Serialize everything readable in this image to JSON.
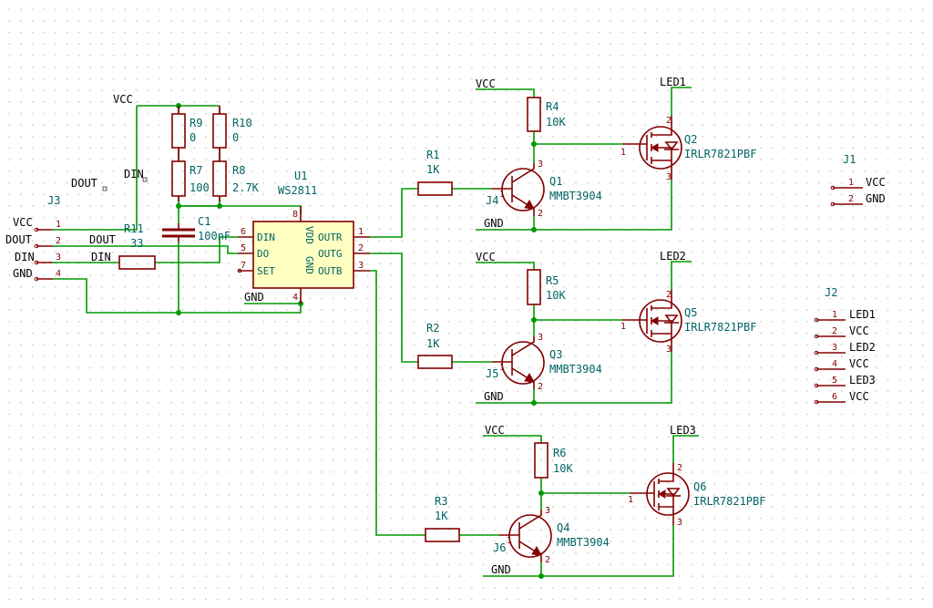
{
  "nets": {
    "vcc_top": "VCC",
    "dout_flag": "DOUT",
    "din_flag": "DIN",
    "j3_vcc": "VCC",
    "j3_dout": "DOUT",
    "j3_din": "DIN",
    "j3_gnd": "GND",
    "dout_wire": "DOUT",
    "din_wire": "DIN",
    "u1_gnd": "GND",
    "q1_vcc": "VCC",
    "q1_gnd": "GND",
    "led1": "LED1",
    "q3_vcc": "VCC",
    "q3_gnd": "GND",
    "led2": "LED2",
    "q4_vcc": "VCC",
    "q4_gnd": "GND",
    "led3": "LED3"
  },
  "components": {
    "R9": {
      "ref": "R9",
      "value": "0"
    },
    "R10": {
      "ref": "R10",
      "value": "0"
    },
    "R7": {
      "ref": "R7",
      "value": "100"
    },
    "R8": {
      "ref": "R8",
      "value": "2.7K"
    },
    "C1": {
      "ref": "C1",
      "value": "100nF"
    },
    "R11": {
      "ref": "R11",
      "value": "33"
    },
    "U1": {
      "ref": "U1",
      "value": "WS2811",
      "pins": {
        "din": "DIN",
        "do": "DO",
        "set": "SET",
        "vdd": "VDD",
        "gnd": "GND",
        "outr": "OUTR",
        "outg": "OUTG",
        "outb": "OUTB"
      }
    },
    "R1": {
      "ref": "R1",
      "value": "1K"
    },
    "R2": {
      "ref": "R2",
      "value": "1K"
    },
    "R3": {
      "ref": "R3",
      "value": "1K"
    },
    "R4": {
      "ref": "R4",
      "value": "10K"
    },
    "R5": {
      "ref": "R5",
      "value": "10K"
    },
    "R6": {
      "ref": "R6",
      "value": "10K"
    },
    "Q1": {
      "ref": "Q1",
      "value": "MMBT3904"
    },
    "Q3": {
      "ref": "Q3",
      "value": "MMBT3904"
    },
    "Q4": {
      "ref": "Q4",
      "value": "MMBT3904"
    },
    "Q2": {
      "ref": "Q2",
      "value": "IRLR7821PBF"
    },
    "Q5": {
      "ref": "Q5",
      "value": "IRLR7821PBF"
    },
    "Q6": {
      "ref": "Q6",
      "value": "IRLR7821PBF"
    },
    "J3": {
      "ref": "J3"
    },
    "J4": {
      "ref": "J4"
    },
    "J5": {
      "ref": "J5"
    },
    "J6": {
      "ref": "J6"
    },
    "J1": {
      "ref": "J1",
      "pins": [
        {
          "num": "1",
          "net": "VCC"
        },
        {
          "num": "2",
          "net": "GND"
        }
      ]
    },
    "J2": {
      "ref": "J2",
      "pins": [
        {
          "num": "1",
          "net": "LED1"
        },
        {
          "num": "2",
          "net": "VCC"
        },
        {
          "num": "3",
          "net": "LED2"
        },
        {
          "num": "4",
          "net": "VCC"
        },
        {
          "num": "5",
          "net": "LED3"
        },
        {
          "num": "6",
          "net": "VCC"
        }
      ]
    }
  },
  "pin_numbers": {
    "u1": {
      "p1": "1",
      "p2": "2",
      "p3": "3",
      "p4": "4",
      "p5": "5",
      "p6": "6",
      "p7": "7",
      "p8": "8"
    },
    "j3": {
      "p1": "1",
      "p2": "2",
      "p3": "3",
      "p4": "4"
    },
    "q": {
      "p1": "1",
      "p2": "2",
      "p3": "3"
    }
  }
}
